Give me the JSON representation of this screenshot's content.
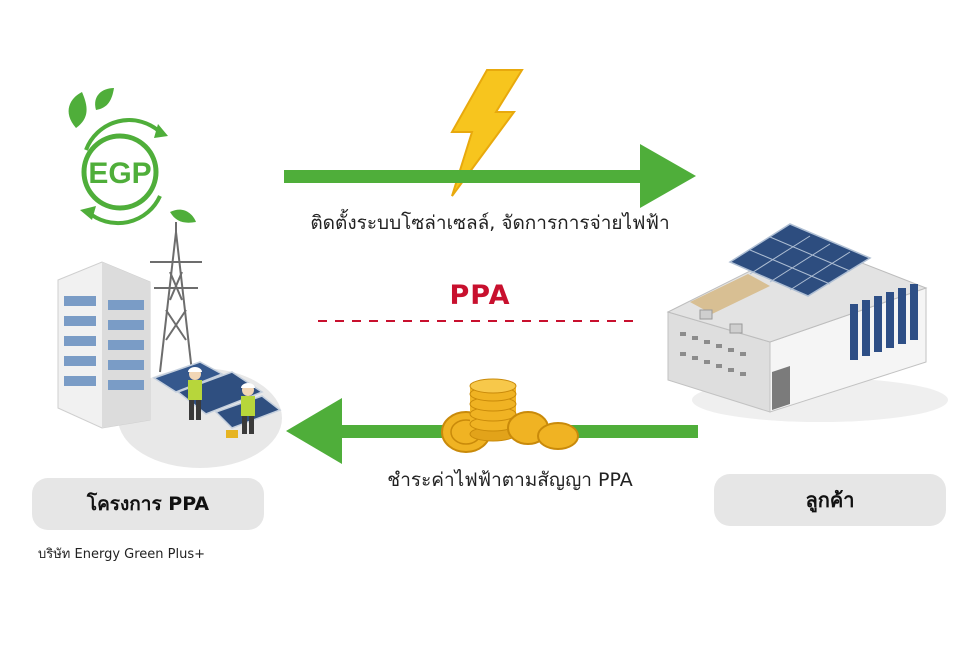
{
  "logo": {
    "text": "EGP"
  },
  "flows": {
    "top_label": "ติดตั้งระบบโซล่าเซลล์, จัดการการจ่ายไฟฟ้า",
    "middle_label": "PPA",
    "bottom_label": "ชำระค่าไฟฟ้าตามสัญญา PPA"
  },
  "left_party": {
    "title": "โครงการ PPA",
    "company": "บริษัท Energy Green Plus+"
  },
  "right_party": {
    "title": "ลูกค้า"
  },
  "colors": {
    "arrow_green": "#4fae3a",
    "ppa_red": "#c8102e",
    "bolt_yellow": "#f7c51e",
    "coin_gold": "#f0b323",
    "pill_gray": "#e6e6e6"
  }
}
